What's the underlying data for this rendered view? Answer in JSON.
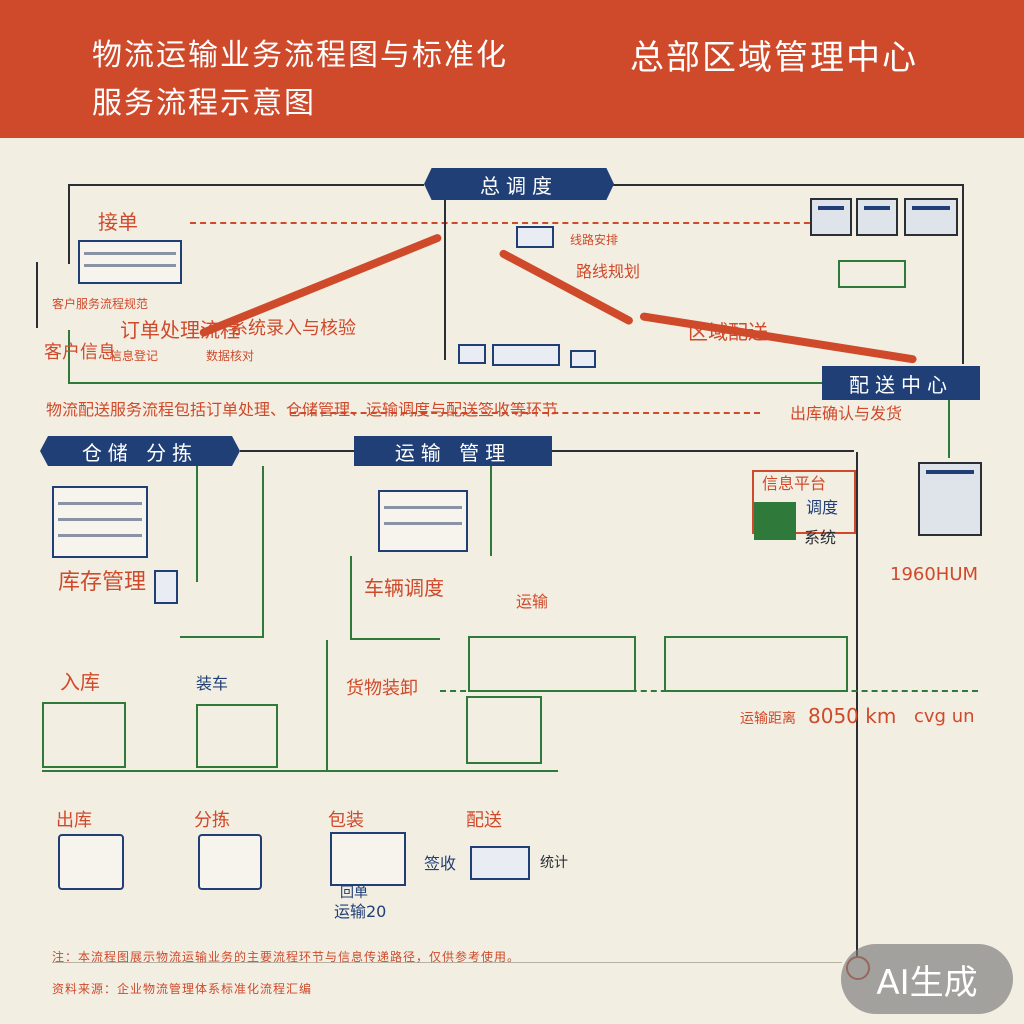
{
  "header": {
    "title_line1": "物流运输业务流程图与标准化",
    "title_line2": "服务流程示意图",
    "title_right": "总部区域管理中心"
  },
  "nodes": {
    "top": "总调度",
    "right_hub": "配送中心",
    "mid_left": "仓储 分拣",
    "mid_center": "运输 管理"
  },
  "labels": {
    "tl1": "接单",
    "tl2": "订单处理流程",
    "tl3": "系统录入与核验",
    "tl4": "客户信息",
    "tl_sm1": "客户服务流程规范",
    "tl_sm2": "信息登记",
    "tl_sm3": "数据核对",
    "center1": "路线规划",
    "center2": "线路安排",
    "right1": "区域配送",
    "middle_row": "物流配送服务流程包括订单处理、仓储管理、运输调度与配送签收等环节",
    "right_row": "出库确认与发货",
    "right_box1": "信息平台",
    "right_box2": "调度",
    "right_box3": "系统",
    "right_code": "1960HUM",
    "ml1": "库存管理",
    "mc1": "车辆调度",
    "mc2": "运输",
    "bl1": "入库",
    "bl2": "装车",
    "bl3": "货物装卸",
    "bl4": "出库",
    "bl5": "分拣",
    "bl6": "包装",
    "bl7": "配送",
    "bl8": "签收",
    "bl9": "回单",
    "bl10": "运输20",
    "bl11": "统计",
    "rb1": "运输距离",
    "rb2": "8050 km",
    "rb3": "cvg un"
  },
  "footer": {
    "line1": "注：本流程图展示物流运输业务的主要流程环节与信息传递路径，仅供参考使用。",
    "line2": "资料来源：企业物流管理体系标准化流程汇编"
  },
  "badge": "AI生成",
  "colors": {
    "header": "#cf4a2b",
    "background": "#f3eee2",
    "node": "#1f3f76",
    "accent_green": "#2f7a3a",
    "accent_red": "#cf4a2b"
  }
}
